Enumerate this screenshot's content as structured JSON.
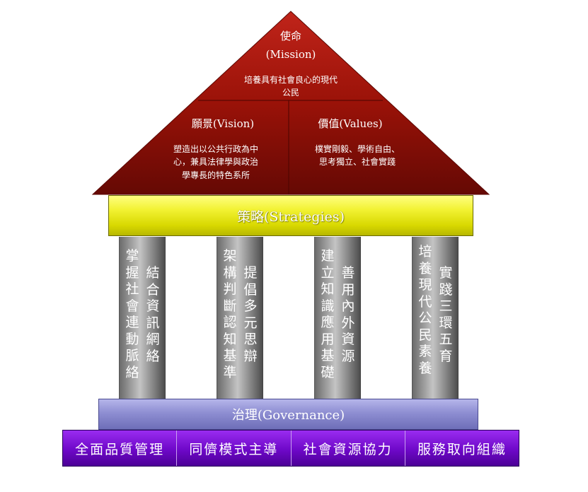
{
  "roof": {
    "mission": {
      "title": "使命",
      "subtitle": "(Mission)",
      "body_line1": "培養具有社會良心的現代",
      "body_line2": "公民"
    },
    "vision": {
      "title": "願景(Vision)",
      "body_line1": "塑造出以公共行政為中",
      "body_line2": "心，兼具法律學與政治",
      "body_line3": "學專長的特色系所"
    },
    "values": {
      "title": "價值(Values)",
      "body_line1": "樸實剛毅、學術自由、",
      "body_line2": "思考獨立、社會實踐"
    }
  },
  "strategies": {
    "label": "策略(Strategies)"
  },
  "pillars": [
    {
      "left": "掌握社會連動脈絡",
      "right": "結合資訊網絡"
    },
    {
      "left": "架構判斷認知基準",
      "right": "提倡多元思辯"
    },
    {
      "left": "建立知識應用基礎",
      "right": "善用內外資源"
    },
    {
      "left": "培養現代公民素養",
      "right": "實踐三環五育"
    }
  ],
  "governance": {
    "label": "治理(Governance)"
  },
  "foundation": {
    "items": [
      "全面品質管理",
      "同儕模式主導",
      "社會資源協力",
      "服務取向組織"
    ]
  },
  "colors": {
    "roof_top": "#b51a10",
    "roof_bottom": "#6a0a04",
    "beam": "#e6e600",
    "pillar": "#9a9a9a",
    "governance": "#8e8ed2",
    "foundation": "#6e08c8"
  }
}
